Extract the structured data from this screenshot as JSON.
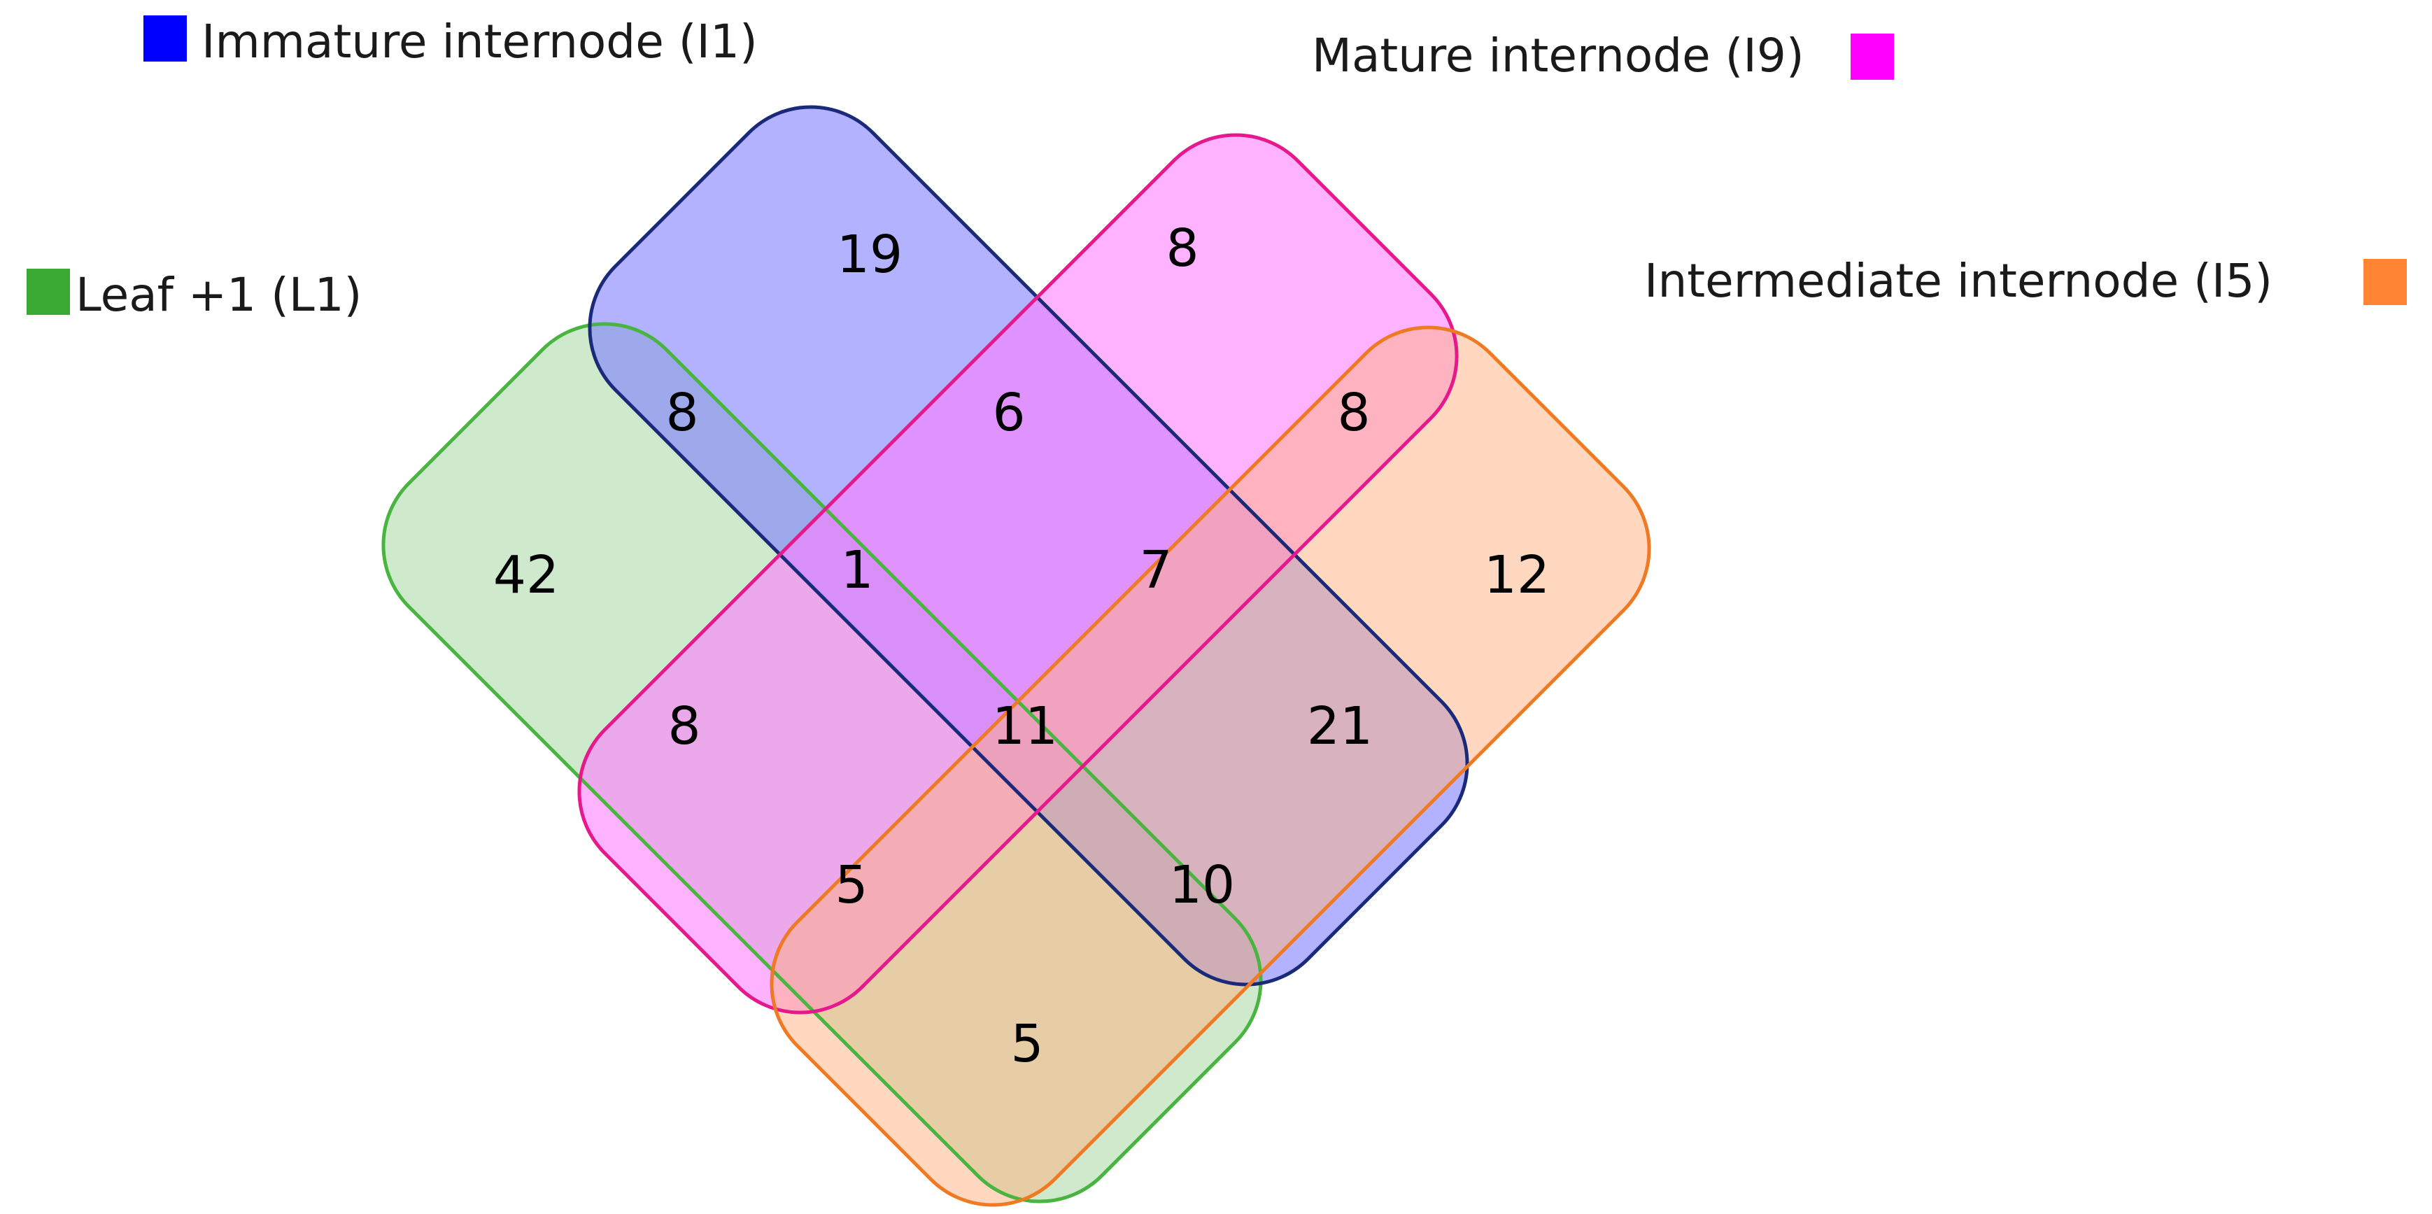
{
  "sets": [
    {
      "id": "L1",
      "label": "Leaf +1 (L1)",
      "fill": "#9ed39a",
      "stroke": "#49b43f",
      "legend": "#3aaa35"
    },
    {
      "id": "I1",
      "label": "Immature internode (I1)",
      "fill": "#7f7fff",
      "stroke": "#1a2a7a",
      "legend": "#0000ff"
    },
    {
      "id": "I9",
      "label": "Mature internode (I9)",
      "fill": "#ff7fff",
      "stroke": "#e6198c",
      "legend": "#ff00ff"
    },
    {
      "id": "I5",
      "label": "Intermediate internode (I5)",
      "fill": "#ffb27f",
      "stroke": "#f07a23",
      "legend": "#ff8533"
    }
  ],
  "regions": [
    {
      "sets": [
        "L1"
      ],
      "count": "42"
    },
    {
      "sets": [
        "I1"
      ],
      "count": "19"
    },
    {
      "sets": [
        "I9"
      ],
      "count": "8"
    },
    {
      "sets": [
        "I5"
      ],
      "count": "12"
    },
    {
      "sets": [
        "L1",
        "I1"
      ],
      "count": "8"
    },
    {
      "sets": [
        "I1",
        "I9"
      ],
      "count": "6"
    },
    {
      "sets": [
        "I9",
        "I5"
      ],
      "count": "8"
    },
    {
      "sets": [
        "L1",
        "I1",
        "I9"
      ],
      "count": "1"
    },
    {
      "sets": [
        "I1",
        "I9",
        "I5"
      ],
      "count": "7"
    },
    {
      "sets": [
        "L1",
        "I9"
      ],
      "count": "8"
    },
    {
      "sets": [
        "L1",
        "I1",
        "I9",
        "I5"
      ],
      "count": "11"
    },
    {
      "sets": [
        "I1",
        "I5"
      ],
      "count": "21"
    },
    {
      "sets": [
        "L1",
        "I9",
        "I5"
      ],
      "count": "5"
    },
    {
      "sets": [
        "L1",
        "I1",
        "I5"
      ],
      "count": "10"
    },
    {
      "sets": [
        "L1",
        "I5"
      ],
      "count": "5"
    }
  ]
}
